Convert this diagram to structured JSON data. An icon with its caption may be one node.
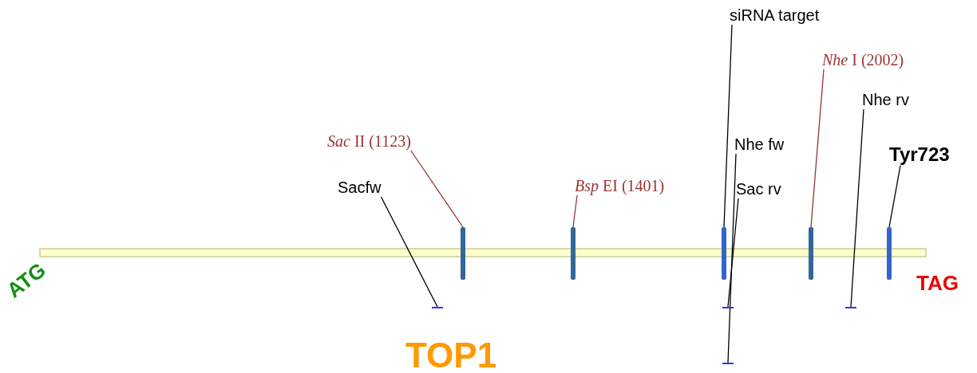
{
  "diagram": {
    "nodes": [
      {
        "text": [
          "siRNA target"
        ]
      },
      {
        "text": [
          "*Nhe* I (2002)"
        ]
      },
      {
        "text": [
          "Nhe rv"
        ]
      },
      {
        "text": [
          "*Sac* II (1123)"
        ]
      },
      {
        "text": [
          "Nhe fw"
        ]
      },
      {
        "text": [
          "Tyr723"
        ]
      },
      {
        "text": [
          "Sacfw"
        ]
      },
      {
        "text": [
          "*Bsp* EI (1401)"
        ]
      },
      {
        "text": [
          "Sac rv"
        ]
      },
      {
        "text": [],
        "shape": "bar"
      },
      {
        "text": [],
        "shape": "bar"
      },
      {
        "text": [],
        "shape": "bar"
      },
      {
        "text": [],
        "shape": "bar"
      },
      {
        "text": [],
        "shape": "bar"
      },
      {
        "text": [],
        "shape": "bar"
      },
      {
        "text": [],
        "shape": "bar"
      },
      {
        "text": [],
        "shape": "bar"
      },
      {
        "text": [],
        "shape": "bar"
      }
    ],
    "edges": [
      {
        "from": 3,
        "to": 9,
        "arrow": "none",
        "color": "#993333"
      },
      {
        "from": 7,
        "to": 10,
        "arrow": "none",
        "color": "#993333"
      },
      {
        "from": 6,
        "to": 14,
        "arrow": "none"
      },
      {
        "from": 0,
        "to": 11,
        "arrow": "none"
      },
      {
        "from": 4,
        "to": 16,
        "arrow": "none"
      },
      {
        "from": 8,
        "to": 15,
        "arrow": "none"
      },
      {
        "from": 1,
        "to": 12,
        "arrow": "none",
        "color": "#993333"
      },
      {
        "from": 2,
        "to": 17,
        "arrow": "none"
      },
      {
        "from": 5,
        "to": 13,
        "arrow": "none"
      }
    ],
    "labels": [
      "ATG",
      "TAG",
      "TOP1"
    ]
  }
}
